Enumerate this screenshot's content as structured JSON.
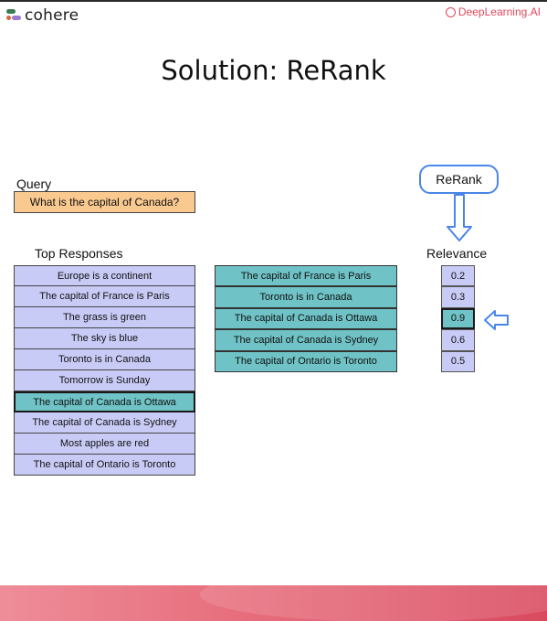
{
  "header": {
    "brand": "cohere",
    "partner": "DeepLearning.AI"
  },
  "title": "Solution: ReRank",
  "query": {
    "label": "Query",
    "text": "What is the capital of Canada?"
  },
  "top_responses": {
    "label": "Top Responses",
    "items": [
      "Europe is a continent",
      "The capital of France is Paris",
      "The grass is green",
      "The sky is blue",
      "Toronto is in Canada",
      "Tomorrow is Sunday",
      "The capital of Canada is Ottawa",
      "The capital of Canada is Sydney",
      "Most apples are red",
      "The capital of Ontario is Toronto"
    ]
  },
  "reranked": {
    "items": [
      "The capital of France is Paris",
      "Toronto is in Canada",
      "The capital of Canada is Ottawa",
      "The capital of Canada is Sydney",
      "The capital of Ontario is Toronto"
    ]
  },
  "rerank_label": "ReRank",
  "relevance": {
    "label": "Relevance",
    "scores": [
      "0.2",
      "0.3",
      "0.9",
      "0.6",
      "0.5"
    ]
  },
  "colors": {
    "query": "#f9c98f",
    "response": "#c9cbf7",
    "highlight": "#6fc2c5",
    "rerank_border": "#4a86e8"
  }
}
